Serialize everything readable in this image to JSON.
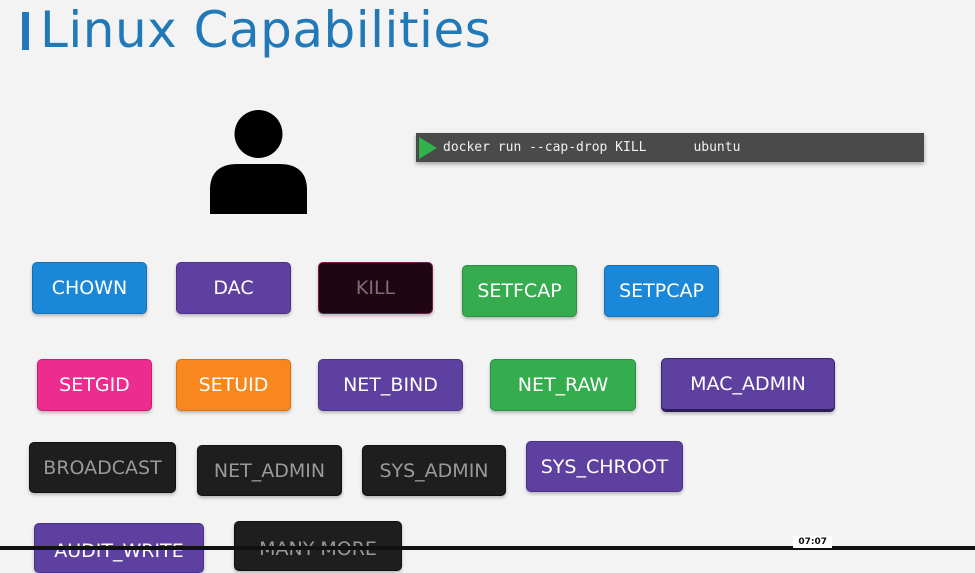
{
  "slide": {
    "title": "Linux Capabilities"
  },
  "terminal": {
    "command": "docker run --cap-drop KILL      ubuntu"
  },
  "capabilities": {
    "chown": "CHOWN",
    "dac": "DAC",
    "kill": "KILL",
    "setfcap": "SETFCAP",
    "setpcap": "SETPCAP",
    "setgid": "SETGID",
    "setuid": "SETUID",
    "net_bind": "NET_BIND",
    "net_raw": "NET_RAW",
    "mac_admin": "MAC_ADMIN",
    "broadcast": "BROADCAST",
    "net_admin": "NET_ADMIN",
    "sys_admin": "SYS_ADMIN",
    "sys_chroot": "SYS_CHROOT",
    "audit_write": "AUDIT_WRITE",
    "many_more": "MANY MORE"
  },
  "player": {
    "timestamp": "07:07"
  },
  "icons": {
    "person": "user-silhouette-icon",
    "play": "play-arrow-icon"
  },
  "colors": {
    "title": "#2179b8",
    "blue": "#1b87d8",
    "purple": "#5d40a0",
    "green": "#35ad4f",
    "pink": "#ec2c8e",
    "orange": "#f8871d",
    "dark": "#1e1e1e"
  }
}
